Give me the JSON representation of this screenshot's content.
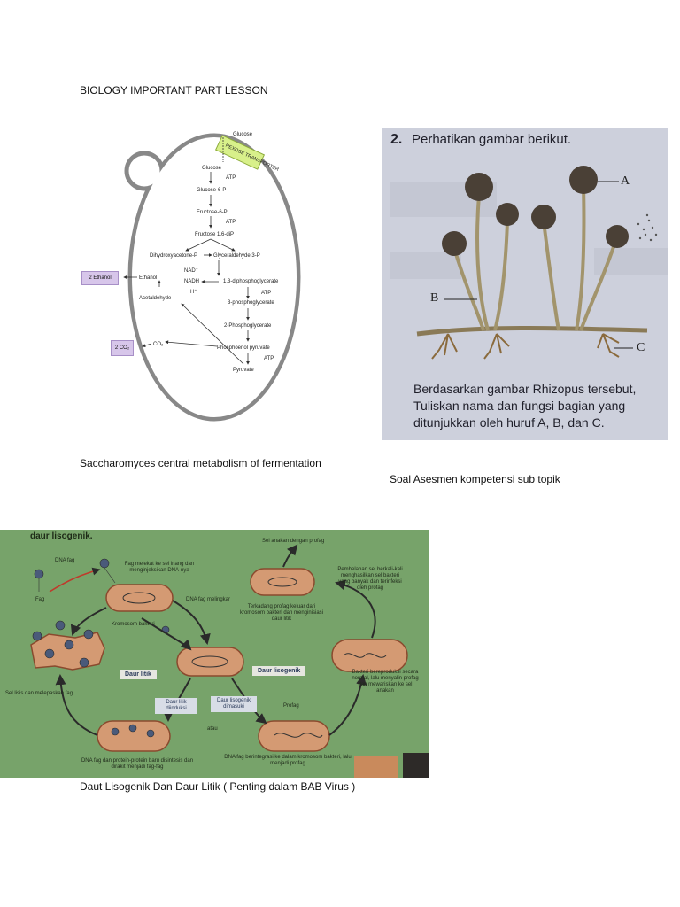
{
  "page": {
    "heading": "BIOLOGY IMPORTANT PART LESSON",
    "caption_fermentation": "Saccharomyces central metabolism of fermentation",
    "caption_soal": "Soal Asesmen kompetensi sub topik",
    "caption_virus": "Daut Lisogenik Dan Daur Litik ( Penting dalam BAB Virus )"
  },
  "fermentation": {
    "glucose_top": "Glucose",
    "transporter": "HEXOSE TRANSPORTER",
    "glucose": "Glucose",
    "atp1": "ATP",
    "g6p": "Glucose-6-P",
    "f6p": "Fructose-6-P",
    "atp2": "ATP",
    "f16dip": "Fructose 1,6-diP",
    "dhap": "Dihydroxyacetone-P",
    "g3p": "Glyceraldehyde 3-P",
    "ethanol": "Ethanol",
    "nad": "NAD⁺",
    "nadh": "NADH",
    "h": "H⁺",
    "diphospho": "1,3-diphosphoglycerate",
    "atp3": "ATP",
    "acetaldehyde": "Acetaldehyde",
    "pg3": "3-phosphoglycerate",
    "pg2": "2-Phosphoglycerate",
    "co2": "CO₂",
    "pep": "Phosphoenol pyruvate",
    "atp4": "ATP",
    "pyruvate": "Pyruvate",
    "box_ethanol": "2 Ethanol",
    "box_co2": "2 CO₂",
    "colors": {
      "transporter": "#d8f08a",
      "product_box": "#d7c6ea"
    }
  },
  "rhizopus": {
    "number": "2.",
    "title": "Perhatikan gambar berikut.",
    "label_a": "A",
    "label_b": "B",
    "label_c": "C",
    "q_line1": "Berdasarkan gambar Rhizopus tersebut,",
    "q_line2": "Tuliskan nama dan fungsi bagian yang",
    "q_line3": "ditunjukkan oleh huruf A, B, dan C."
  },
  "virus": {
    "top_title": "daur lisogenik.",
    "dna_fag": "DNA fag",
    "fag": "Fag",
    "fag_melekat": "Fag melekat ke sel inang dan menginjeksikan DNA-nya",
    "kromosom": "Kromosom bakteri",
    "dna_melingkar": "DNA fag melingkar",
    "sel_anakan": "Sel anakan dengan profag",
    "pembelahan": "Pembelahan sel berkali-kali menghasilkan sel bakteri yang banyak dan terinfeksi oleh profag",
    "terkadang": "Terkadang profag keluar dari kromosom bakteri dan menginisiasi daur litik",
    "daur_litik": "Daur litik",
    "daur_lisogenik": "Daur lisogenik",
    "sel_lisis": "Sel lisis dan melepaskan fag",
    "litik_diinduksi": "Daur litik diinduksi",
    "lisogenik_dimasuki": "Daur lisogenik dimasuki",
    "profag": "Profag",
    "atau": "atau",
    "bakteri_bereproduksi": "Bakteri bereproduksi secara normal, lalu menyalin profag dan mewariskan ke sel anakan",
    "dna_protein": "DNA fag dan protein-protein baru disintesis dan dirakit menjadi fag-fag",
    "dna_berintegrasi": "DNA fag berintegrasi ke dalam kromosom bakteri, lalu menjadi profag",
    "colors": {
      "background": "#77a36a",
      "cell": "#d49a73"
    }
  }
}
